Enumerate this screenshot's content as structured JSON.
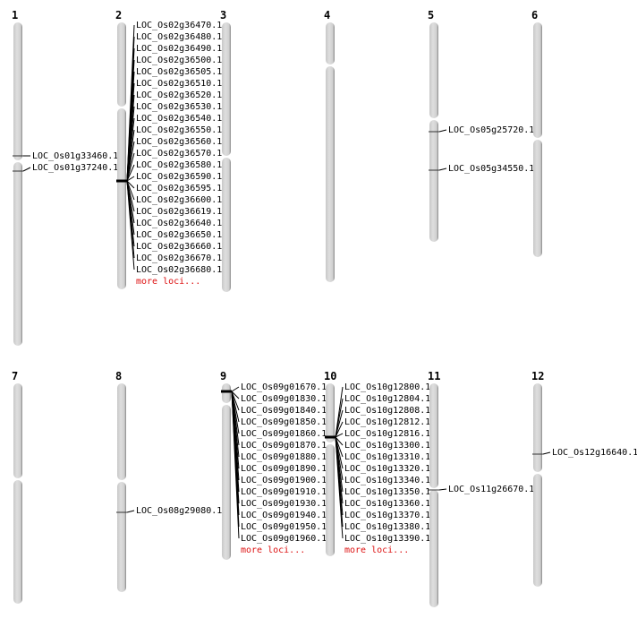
{
  "colors": {
    "chromosome": "#d4d4d4",
    "more_link": "#dd1111",
    "marker": "#000000"
  },
  "chromosomes": [
    {
      "number": "1",
      "loci": [
        "LOC_Os01g33460.1",
        "LOC_Os01g37240.1"
      ]
    },
    {
      "number": "2",
      "loci": [
        "LOC_Os02g36470.1",
        "LOC_Os02g36480.1",
        "LOC_Os02g36490.1",
        "LOC_Os02g36500.1",
        "LOC_Os02g36505.1",
        "LOC_Os02g36510.1",
        "LOC_Os02g36520.1",
        "LOC_Os02g36530.1",
        "LOC_Os02g36540.1",
        "LOC_Os02g36550.1",
        "LOC_Os02g36560.1",
        "LOC_Os02g36570.1",
        "LOC_Os02g36580.1",
        "LOC_Os02g36590.1",
        "LOC_Os02g36595.1",
        "LOC_Os02g36600.1",
        "LOC_Os02g36619.1",
        "LOC_Os02g36640.1",
        "LOC_Os02g36650.1",
        "LOC_Os02g36660.1",
        "LOC_Os02g36670.1",
        "LOC_Os02g36680.1"
      ],
      "more": "more loci..."
    },
    {
      "number": "3",
      "loci": []
    },
    {
      "number": "4",
      "loci": []
    },
    {
      "number": "5",
      "loci": [
        "LOC_Os05g25720.1",
        "LOC_Os05g34550.1"
      ]
    },
    {
      "number": "6",
      "loci": []
    },
    {
      "number": "7",
      "loci": []
    },
    {
      "number": "8",
      "loci": [
        "LOC_Os08g29080.1"
      ]
    },
    {
      "number": "9",
      "loci": [
        "LOC_Os09g01670.1",
        "LOC_Os09g01830.1",
        "LOC_Os09g01840.1",
        "LOC_Os09g01850.1",
        "LOC_Os09g01860.1",
        "LOC_Os09g01870.1",
        "LOC_Os09g01880.1",
        "LOC_Os09g01890.1",
        "LOC_Os09g01900.1",
        "LOC_Os09g01910.1",
        "LOC_Os09g01930.1",
        "LOC_Os09g01940.1",
        "LOC_Os09g01950.1",
        "LOC_Os09g01960.1"
      ],
      "more": "more loci..."
    },
    {
      "number": "10",
      "loci": [
        "LOC_Os10g12800.1",
        "LOC_Os10g12804.1",
        "LOC_Os10g12808.1",
        "LOC_Os10g12812.1",
        "LOC_Os10g12816.1",
        "LOC_Os10g13300.1",
        "LOC_Os10g13310.1",
        "LOC_Os10g13320.1",
        "LOC_Os10g13340.1",
        "LOC_Os10g13350.1",
        "LOC_Os10g13360.1",
        "LOC_Os10g13370.1",
        "LOC_Os10g13380.1",
        "LOC_Os10g13390.1"
      ],
      "more": "more loci..."
    },
    {
      "number": "11",
      "loci": [
        "LOC_Os11g26670.1"
      ]
    },
    {
      "number": "12",
      "loci": [
        "LOC_Os12g16640.1"
      ]
    }
  ]
}
